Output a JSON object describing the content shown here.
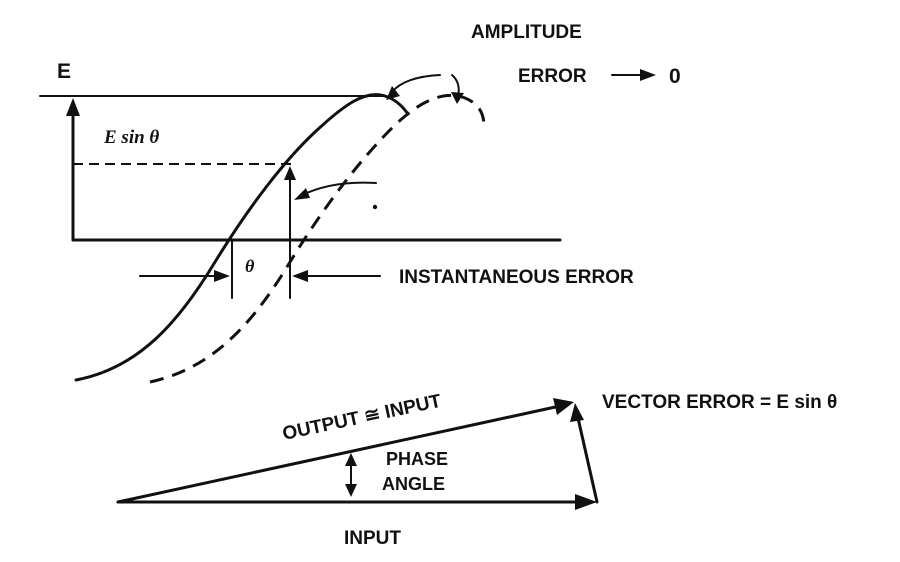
{
  "labels": {
    "axis_e": "E",
    "e_sin_theta": "E sin θ",
    "amplitude": "AMPLITUDE",
    "error_arrow": "ERROR",
    "error_zero": "0",
    "theta": "θ",
    "instantaneous_error": "INSTANTANEOUS ERROR",
    "output_input": "OUTPUT ≅ INPUT",
    "vector_error": "VECTOR ERROR = E sin θ",
    "phase": "PHASE",
    "angle": "ANGLE",
    "input": "INPUT"
  },
  "colors": {
    "ink": "#111111",
    "background": "#ffffff"
  }
}
